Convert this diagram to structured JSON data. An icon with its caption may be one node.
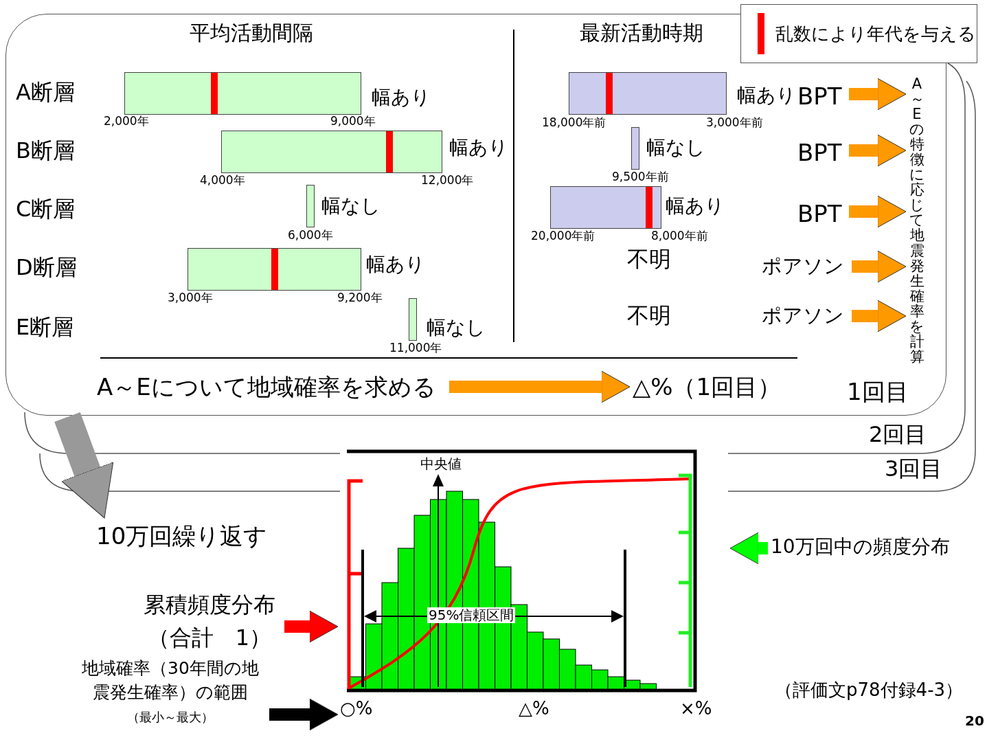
{
  "diagram": {
    "nodes": [
      {
        "text": [
          "1回目"
        ]
      },
      {
        "text": [],
        "shape": "bar",
        "in": 0,
        "beside": [
          "2,000年",
          "9,000年",
          "幅あり"
        ]
      },
      {
        "text": [],
        "shape": "bar",
        "in": 0,
        "beside": [
          "4,000年",
          "12,000年",
          "幅あり"
        ]
      },
      {
        "text": [],
        "shape": "bar",
        "in": 0,
        "beside": [
          "6,000年",
          "幅なし"
        ]
      },
      {
        "text": [],
        "shape": "bar",
        "in": 0,
        "beside": [
          "3,000年",
          "9,200年",
          "幅あり"
        ]
      },
      {
        "text": [],
        "shape": "bar",
        "in": 0,
        "beside": [
          "11,000年",
          "幅なし"
        ]
      },
      {
        "text": [],
        "shape": "bar",
        "in": 0,
        "beside": [
          "18,000年前",
          "3,000年前",
          "幅あり"
        ]
      },
      {
        "text": [],
        "shape": "bar",
        "in": 0,
        "beside": [
          "9,500年前",
          "幅なし"
        ]
      },
      {
        "text": [],
        "shape": "bar",
        "in": 0,
        "beside": [
          "20,000年前",
          "8,000年前",
          "幅あり"
        ]
      },
      {
        "text": [
          "BPT"
        ],
        "in": 0
      },
      {
        "text": [
          "BPT"
        ],
        "in": 0
      },
      {
        "text": [
          "BPT"
        ],
        "in": 0
      },
      {
        "text": [
          "ポアソン"
        ],
        "in": 0
      },
      {
        "text": [
          "ポアソン"
        ],
        "in": 0
      },
      {
        "text": [
          "A～Eの特徴に応じて地震発生確率を計算"
        ],
        "in": 0
      },
      {
        "text": [
          "A～Eについて地域確率を求める"
        ],
        "in": 0
      },
      {
        "text": [
          "△%（1回目）"
        ],
        "in": 0
      },
      {
        "text": [
          "10万回繰り返す"
        ]
      },
      {
        "text": [
          "○%",
          "△%",
          "×%"
        ]
      },
      {
        "text": [
          "累積頻度分布（合計　1）"
        ]
      },
      {
        "text": [
          "10万回中の頻度分布"
        ]
      },
      {
        "text": [
          "地域確率（30年間の地震発生確率）の範囲",
          "（最小～最大）"
        ]
      }
    ],
    "edges": [
      {
        "from": 9,
        "to": 14,
        "arrow": "to"
      },
      {
        "from": 10,
        "to": 14,
        "arrow": "to"
      },
      {
        "from": 11,
        "to": 14,
        "arrow": "to"
      },
      {
        "from": 12,
        "to": 14,
        "arrow": "to"
      },
      {
        "from": 13,
        "to": 14,
        "arrow": "to"
      },
      {
        "from": 15,
        "to": 16,
        "arrow": "to"
      },
      {
        "from": 0,
        "to": 17,
        "arrow": "to",
        "style": "thick",
        "color": "#999999"
      },
      {
        "from": 19,
        "to": 18,
        "arrow": "to",
        "color": "#ff0000"
      },
      {
        "from": 20,
        "to": 18,
        "arrow": "to",
        "color": "#00ff00"
      },
      {
        "from": 21,
        "to": 18,
        "arrow": "to",
        "color": "#000000"
      }
    ],
    "labels": [
      "平均活動間隔",
      "最新活動時期",
      "A断層",
      "B断層",
      "C断層",
      "D断層",
      "不明",
      "E断層",
      "不明",
      "2回目",
      "3回目",
      "中央値",
      "95%信頼区間",
      "（評価文p78付録4-3）",
      "20"
    ],
    "legend": [
      {
        "text": "乱数により年代を与える",
        "color": "#ff0000"
      }
    ]
  }
}
